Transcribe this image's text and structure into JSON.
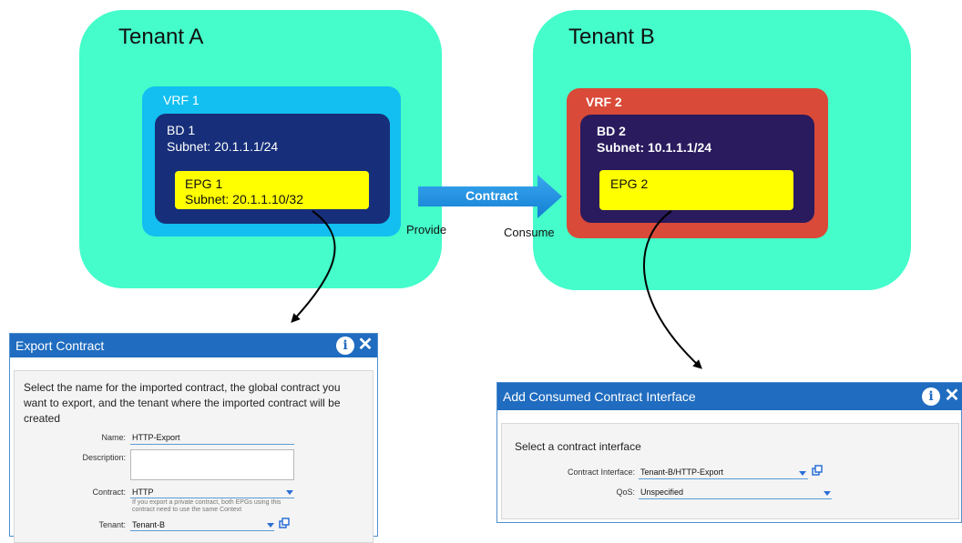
{
  "tenant_a": {
    "title": "Tenant A",
    "vrf_label": "VRF 1",
    "bd": {
      "name": "BD 1",
      "subnet": "Subnet: 20.1.1.1/24"
    },
    "epg": {
      "name": "EPG 1",
      "subnet": "Subnet: 20.1.1.10/32"
    }
  },
  "tenant_b": {
    "title": "Tenant B",
    "vrf_label": "VRF 2",
    "bd": {
      "name": "BD 2",
      "subnet": "Subnet: 10.1.1.1/24"
    },
    "epg": {
      "name": "EPG 2"
    }
  },
  "contract": {
    "label": "Contract",
    "provide": "Provide",
    "consume": "Consume"
  },
  "colors": {
    "tenant": "#44fdca",
    "vrf_a": "#12bff0",
    "vrf_b": "#d94a38",
    "bd_a": "#172f7a",
    "bd_b": "#2a1b5e",
    "epg": "#ffff00",
    "contract_arrow": "#1a8fe0",
    "dialog_header": "#1f6cc0"
  },
  "export_dialog": {
    "title": "Export Contract",
    "instruction": "Select the name for the imported contract, the global contract you want to export, and the tenant where the imported contract will be created",
    "name_label": "Name:",
    "name_value": "HTTP-Export",
    "description_label": "Description:",
    "contract_label": "Contract:",
    "contract_value": "HTTP",
    "contract_hint": "If you export a private contract, both EPGs using this contract need to use the same Context",
    "tenant_label": "Tenant:",
    "tenant_value": "Tenant-B"
  },
  "consume_dialog": {
    "title": "Add Consumed Contract Interface",
    "instruction": "Select a contract interface",
    "interface_label": "Contract Interface:",
    "interface_value": "Tenant-B/HTTP-Export",
    "qos_label": "QoS:",
    "qos_value": "Unspecified"
  }
}
